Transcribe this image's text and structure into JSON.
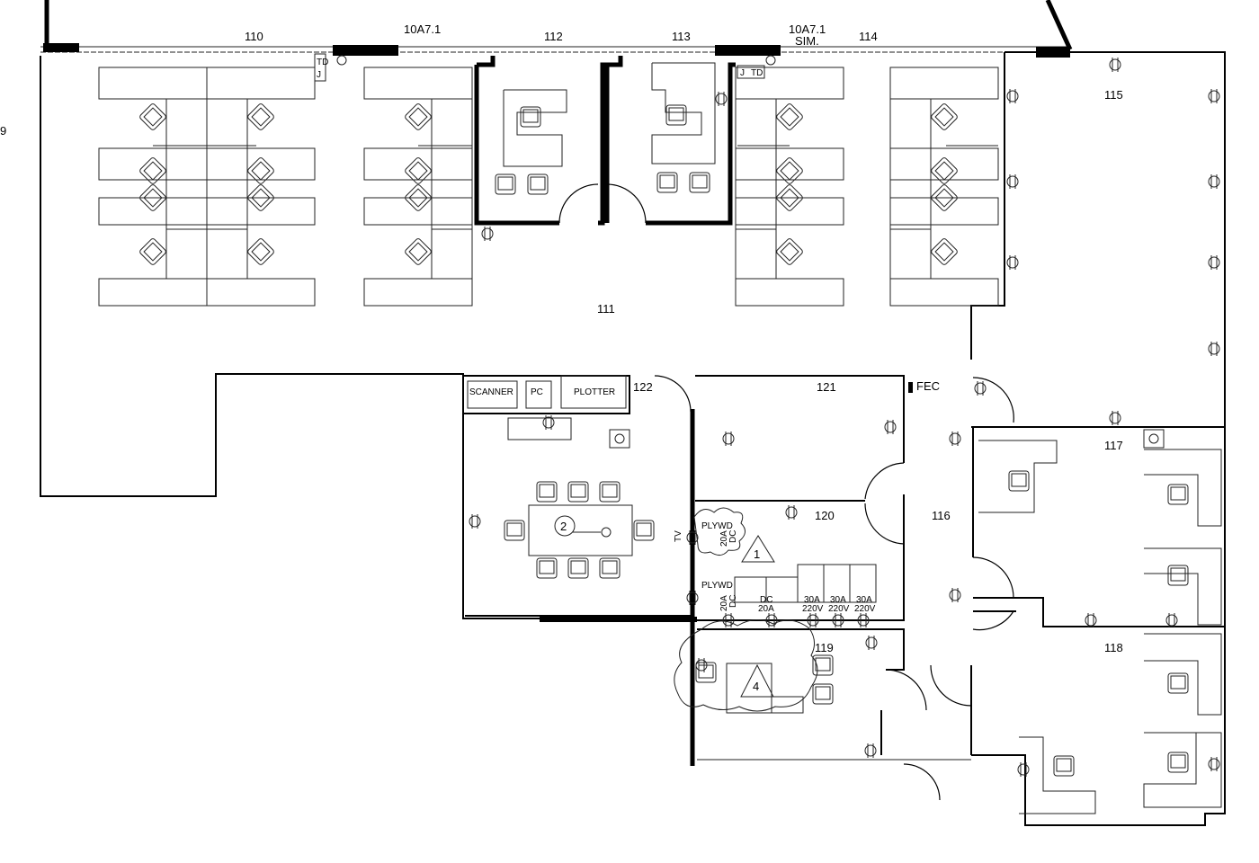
{
  "plan": {
    "room_labels": {
      "r110": "110",
      "r111": "111",
      "r112": "112",
      "r113": "113",
      "r114": "114",
      "r115": "115",
      "r116": "116",
      "r117": "117",
      "r118": "118",
      "r119": "119",
      "r120": "120",
      "r121": "121",
      "r122": "122"
    },
    "detail_refs": {
      "left": "10A7.1",
      "right": "10A7.1",
      "right_sub": "SIM."
    },
    "edge_label": "9",
    "equipment": {
      "scanner": "SCANNER",
      "pc": "PC",
      "plotter": "PLOTTER",
      "fec": "FEC",
      "tv": "TV"
    },
    "jack_labels": {
      "j": "J",
      "td": "TD"
    },
    "electrical_room": {
      "plywood": "PLYWD",
      "circuit_20a": "20A",
      "dc": "DC",
      "circuit_30a": "30A",
      "voltage": "220V"
    },
    "revision_tags": {
      "rev1": "1",
      "rev4": "4"
    },
    "section_tag": "2"
  }
}
